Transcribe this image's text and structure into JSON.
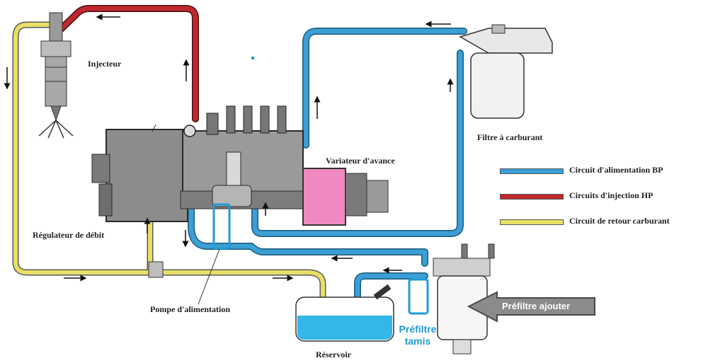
{
  "labels": {
    "injector": "Injecteur",
    "fuel_filter": "Filtre à carburant",
    "advance_variator": "Variateur d'avance",
    "flow_regulator": "Régulateur de débit",
    "feed_pump": "Pompe d'alimentation",
    "tank": "Réservoir",
    "prefilter_screen_line1": "Préfiltre",
    "prefilter_screen_line2": "tamis",
    "add_prefilter": "Préfiltre ajouter"
  },
  "legend": [
    {
      "label": "Circuit d'alimentation BP",
      "color": "#3b9fd6"
    },
    {
      "label": "Circuits d'injection HP",
      "color": "#c0282d"
    },
    {
      "label": "Circuit de retour carburant",
      "color": "#e8df66"
    }
  ],
  "colors": {
    "low_pressure": "#3b9fd6",
    "high_pressure": "#c0282d",
    "return": "#e8df66",
    "pump_body": "#8c8c8c",
    "variator": "#ee8ac0",
    "tank_fluid": "#33b6e8",
    "highlight": "#1f9bd6"
  }
}
